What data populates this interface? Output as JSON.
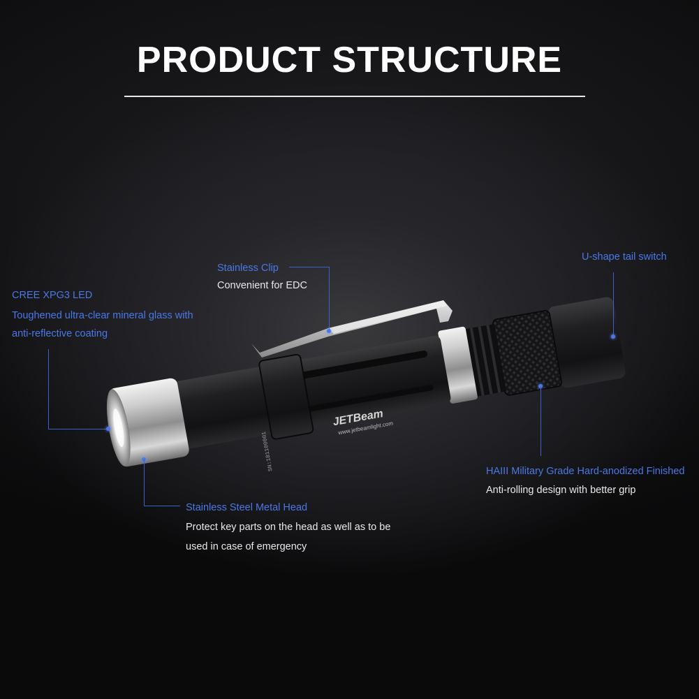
{
  "title": "PRODUCT STRUCTURE",
  "brand": {
    "logo_text": "JETBeam",
    "website": "www.jetbeamlight.com",
    "serial": "SN:181100001"
  },
  "callouts": {
    "led": {
      "label": "CREE XPG3 LED",
      "desc_line1": "Toughened ultra-clear mineral glass with",
      "desc_line2": "anti-reflective coating"
    },
    "clip": {
      "label": "Stainless Clip",
      "desc_line1": "Convenient for EDC"
    },
    "switch": {
      "label": "U-shape tail switch"
    },
    "head": {
      "label": "Stainless Steel Metal Head",
      "desc_line1": "Protect key parts on the head as well as to be",
      "desc_line2": "used in case of emergency"
    },
    "body": {
      "label": "HAIII Military Grade Hard-anodized Finished",
      "desc_line1": "Anti-rolling design with better grip"
    }
  },
  "colors": {
    "accent": "#4b78e6",
    "text": "#e9e9e9",
    "background": "#111113"
  }
}
